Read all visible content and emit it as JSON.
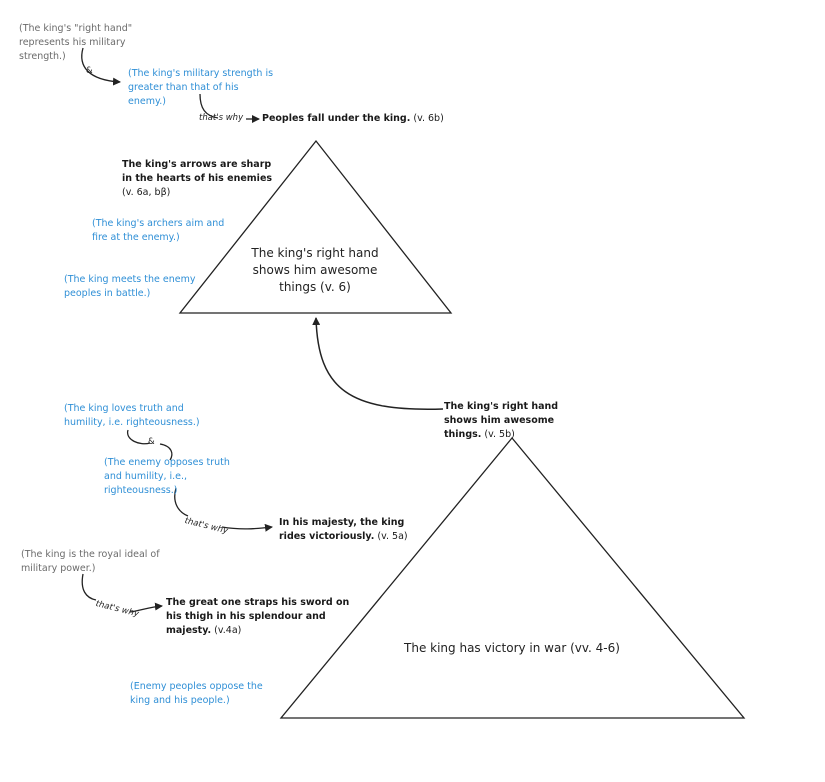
{
  "top": {
    "premise_gray": "(The king's \"right hand\" represents his military strength.)",
    "amp": "&",
    "premise_blue": "(The king's military strength is greater than that of his enemy.)",
    "thats_why": "that's why",
    "conclusion_bold": "Peoples fall under the king.",
    "conclusion_ref": "(v. 6b)",
    "arrows_bold": "The king's arrows are sharp in the hearts of his enemies",
    "arrows_ref": "(v. 6a, bβ)",
    "archers_blue": "(The king's archers aim and fire at the enemy.)",
    "meets_blue": "(The king meets the enemy peoples in battle.)",
    "triangle_label": "The king's right hand shows him awesome things (v. 6)"
  },
  "middle": {
    "right_hand_bold": "The king's right hand shows him awesome things.",
    "right_hand_ref": "(v. 5b)",
    "loves_blue": "(The king loves truth and humility, i.e. righteousness.)",
    "amp": "&",
    "opposes_blue": "(The enemy opposes truth and humility, i.e., righteousness.)",
    "thats_why": "that's why",
    "majesty_bold": "In his majesty, the king rides victoriously.",
    "majesty_ref": "(v. 5a)"
  },
  "bottom": {
    "ideal_gray": "(The king is the royal ideal of military power.)",
    "thats_why": "that's why",
    "sword_bold": "The great one straps his sword on his thigh in his splendour and majesty.",
    "sword_ref": "(v.4a)",
    "enemy_blue": "(Enemy peoples oppose the king and his people.)",
    "triangle_label": "The king has victory in war (vv. 4-6)"
  }
}
